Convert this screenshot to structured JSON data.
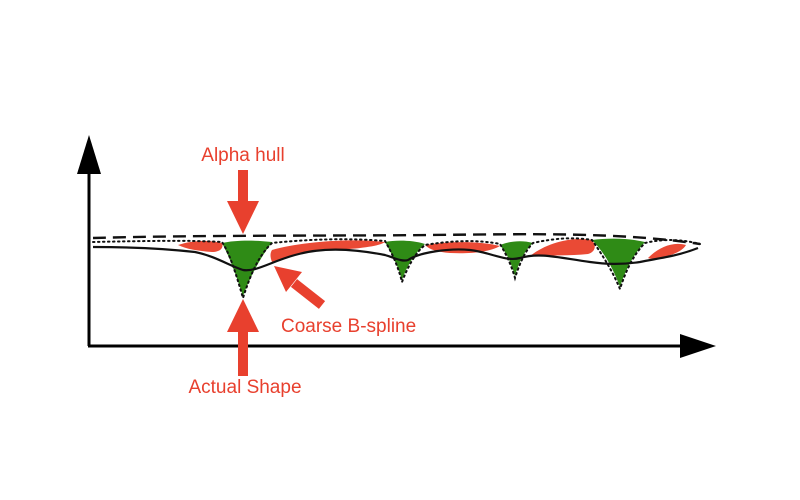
{
  "labels": {
    "alpha_hull": "Alpha hull",
    "coarse_bspline": "Coarse B-spline",
    "actual_shape": "Actual Shape"
  },
  "colors": {
    "background": "#ffffff",
    "label_and_arrows": "#e8402e",
    "coarse_region_fill": "#ea4a35",
    "concavity_fill": "#2f8b16",
    "curves": "#111111"
  }
}
